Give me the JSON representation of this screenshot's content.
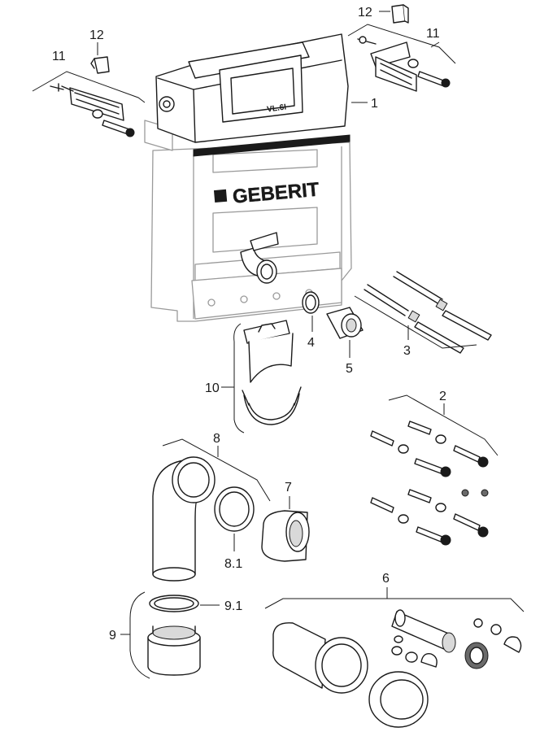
{
  "brand_text": "GEBERIT",
  "part_labels": {
    "p1": "1",
    "p2": "2",
    "p3": "3",
    "p4": "4",
    "p5": "5",
    "p6": "6",
    "p7": "7",
    "p8": "8",
    "p8_1": "8.1",
    "p9": "9",
    "p9_1": "9.1",
    "p10": "10",
    "p11_left": "11",
    "p11_right": "11",
    "p12_left": "12",
    "p12_right": "12"
  },
  "colors": {
    "line": "#1a1a1a",
    "frame_outline": "#9a9a9a",
    "background": "#ffffff"
  }
}
